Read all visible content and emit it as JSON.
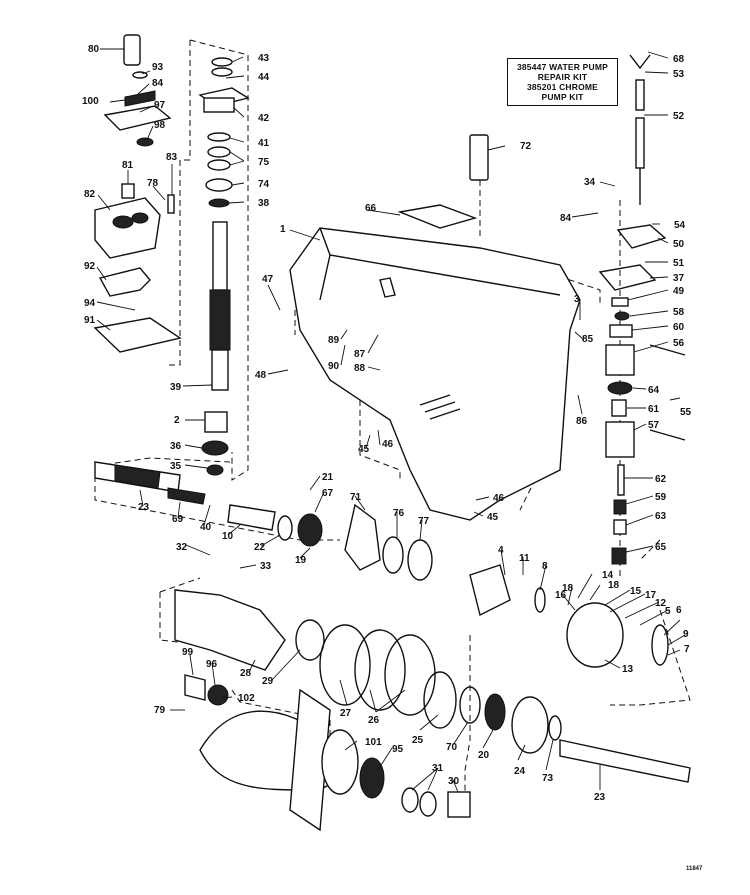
{
  "kit_note": [
    "385447 WATER PUMP",
    "REPAIR KIT",
    "385201 CHROME",
    "PUMP KIT"
  ],
  "figure_number": "11847",
  "part_labels": [
    {
      "id": "80",
      "text": "80"
    },
    {
      "id": "93",
      "text": "93"
    },
    {
      "id": "84a",
      "text": "84"
    },
    {
      "id": "100",
      "text": "100"
    },
    {
      "id": "97",
      "text": "97"
    },
    {
      "id": "98",
      "text": "98"
    },
    {
      "id": "43",
      "text": "43"
    },
    {
      "id": "44",
      "text": "44"
    },
    {
      "id": "42",
      "text": "42"
    },
    {
      "id": "41",
      "text": "41"
    },
    {
      "id": "75",
      "text": "75"
    },
    {
      "id": "74",
      "text": "74"
    },
    {
      "id": "38",
      "text": "38"
    },
    {
      "id": "81",
      "text": "81"
    },
    {
      "id": "83",
      "text": "83"
    },
    {
      "id": "78",
      "text": "78"
    },
    {
      "id": "82",
      "text": "82"
    },
    {
      "id": "92",
      "text": "92"
    },
    {
      "id": "94",
      "text": "94"
    },
    {
      "id": "91",
      "text": "91"
    },
    {
      "id": "39",
      "text": "39"
    },
    {
      "id": "2",
      "text": "2"
    },
    {
      "id": "36",
      "text": "36"
    },
    {
      "id": "35",
      "text": "35"
    },
    {
      "id": "47",
      "text": "47"
    },
    {
      "id": "48",
      "text": "48"
    },
    {
      "id": "89",
      "text": "89"
    },
    {
      "id": "90",
      "text": "90"
    },
    {
      "id": "87",
      "text": "87"
    },
    {
      "id": "88",
      "text": "88"
    },
    {
      "id": "1",
      "text": "1"
    },
    {
      "id": "66",
      "text": "66"
    },
    {
      "id": "72",
      "text": "72"
    },
    {
      "id": "68",
      "text": "68"
    },
    {
      "id": "53",
      "text": "53"
    },
    {
      "id": "52",
      "text": "52"
    },
    {
      "id": "34",
      "text": "34"
    },
    {
      "id": "84b",
      "text": "84"
    },
    {
      "id": "54",
      "text": "54"
    },
    {
      "id": "50",
      "text": "50"
    },
    {
      "id": "51",
      "text": "51"
    },
    {
      "id": "37",
      "text": "37"
    },
    {
      "id": "49",
      "text": "49"
    },
    {
      "id": "58",
      "text": "58"
    },
    {
      "id": "60",
      "text": "60"
    },
    {
      "id": "56",
      "text": "56"
    },
    {
      "id": "3",
      "text": "3"
    },
    {
      "id": "85",
      "text": "85"
    },
    {
      "id": "86",
      "text": "86"
    },
    {
      "id": "64",
      "text": "64"
    },
    {
      "id": "61",
      "text": "61"
    },
    {
      "id": "57",
      "text": "57"
    },
    {
      "id": "55",
      "text": "55"
    },
    {
      "id": "62",
      "text": "62"
    },
    {
      "id": "59",
      "text": "59"
    },
    {
      "id": "63",
      "text": "63"
    },
    {
      "id": "65",
      "text": "65"
    },
    {
      "id": "46a",
      "text": "46"
    },
    {
      "id": "45a",
      "text": "45"
    },
    {
      "id": "46b",
      "text": "46"
    },
    {
      "id": "45b",
      "text": "45"
    },
    {
      "id": "21",
      "text": "21"
    },
    {
      "id": "67",
      "text": "67"
    },
    {
      "id": "71",
      "text": "71"
    },
    {
      "id": "76",
      "text": "76"
    },
    {
      "id": "77",
      "text": "77"
    },
    {
      "id": "23a",
      "text": "23"
    },
    {
      "id": "69",
      "text": "69"
    },
    {
      "id": "40",
      "text": "40"
    },
    {
      "id": "10",
      "text": "10"
    },
    {
      "id": "22",
      "text": "22"
    },
    {
      "id": "19",
      "text": "19"
    },
    {
      "id": "32",
      "text": "32"
    },
    {
      "id": "33",
      "text": "33"
    },
    {
      "id": "4",
      "text": "4"
    },
    {
      "id": "11",
      "text": "11"
    },
    {
      "id": "8",
      "text": "8"
    },
    {
      "id": "14",
      "text": "14"
    },
    {
      "id": "18a",
      "text": "18"
    },
    {
      "id": "18b",
      "text": "18"
    },
    {
      "id": "15",
      "text": "15"
    },
    {
      "id": "17",
      "text": "17"
    },
    {
      "id": "16",
      "text": "16"
    },
    {
      "id": "12",
      "text": "12"
    },
    {
      "id": "5",
      "text": "5"
    },
    {
      "id": "6",
      "text": "6"
    },
    {
      "id": "9",
      "text": "9"
    },
    {
      "id": "7",
      "text": "7"
    },
    {
      "id": "13",
      "text": "13"
    },
    {
      "id": "99",
      "text": "99"
    },
    {
      "id": "96",
      "text": "96"
    },
    {
      "id": "28",
      "text": "28"
    },
    {
      "id": "29",
      "text": "29"
    },
    {
      "id": "102",
      "text": "102"
    },
    {
      "id": "79",
      "text": "79"
    },
    {
      "id": "27",
      "text": "27"
    },
    {
      "id": "26",
      "text": "26"
    },
    {
      "id": "25",
      "text": "25"
    },
    {
      "id": "101",
      "text": "101"
    },
    {
      "id": "95",
      "text": "95"
    },
    {
      "id": "70",
      "text": "70"
    },
    {
      "id": "20",
      "text": "20"
    },
    {
      "id": "24",
      "text": "24"
    },
    {
      "id": "73",
      "text": "73"
    },
    {
      "id": "23b",
      "text": "23"
    },
    {
      "id": "31",
      "text": "31"
    },
    {
      "id": "30",
      "text": "30"
    }
  ]
}
